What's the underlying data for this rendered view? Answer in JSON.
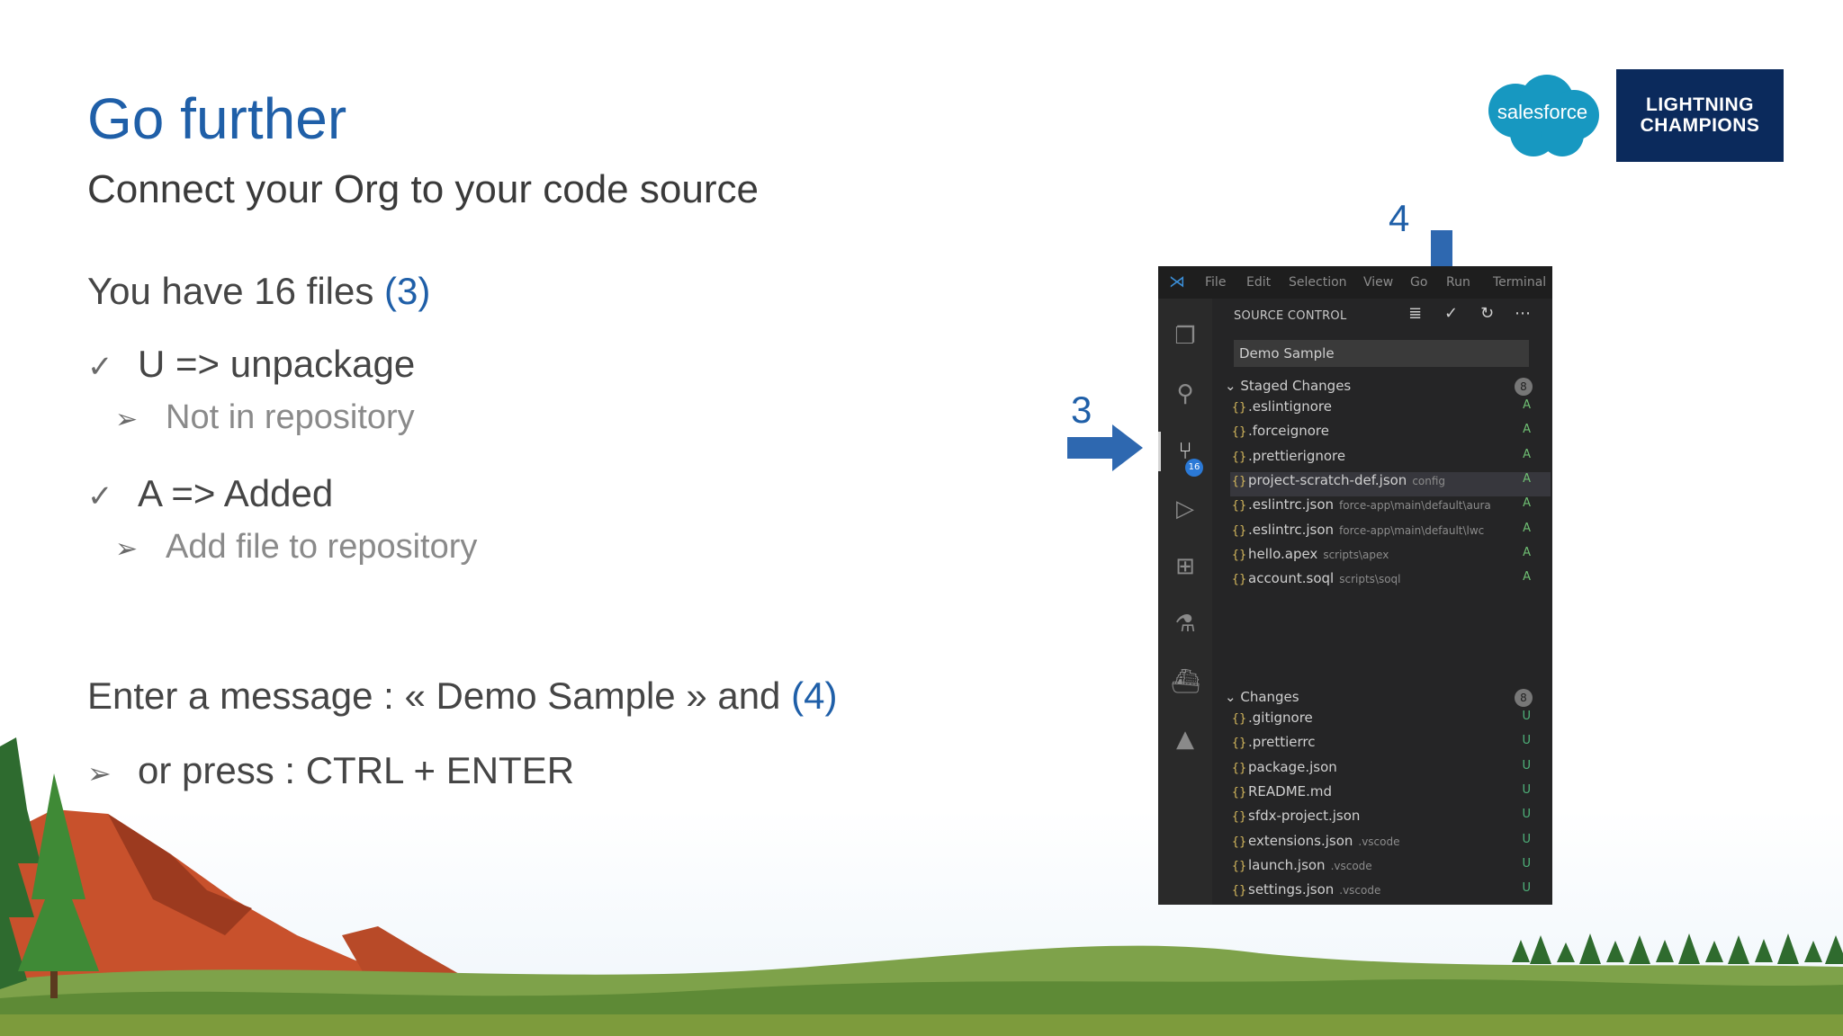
{
  "slide": {
    "title": "Go further",
    "subtitle": "Connect your Org to your code source",
    "files_text": "You have 16 files ",
    "files_ref": "(3)",
    "items": [
      {
        "mark": "✓",
        "text": "U => unpackage",
        "sub_mark": "➢",
        "sub_text": "Not in repository"
      },
      {
        "mark": "✓",
        "text": "A => Added",
        "sub_mark": "➢",
        "sub_text": "Add file to repository"
      }
    ],
    "enter_text": "Enter a message : « Demo Sample » and ",
    "enter_ref": "(4)",
    "press_mark": "➢",
    "press_text": "or press : CTRL + ENTER"
  },
  "logos": {
    "salesforce": "salesforce",
    "lc_line1": "LIGHTNING",
    "lc_line2": "CHAMPIONS"
  },
  "callouts": {
    "three": "3",
    "four": "4"
  },
  "colors": {
    "accent": "#1f5fa8",
    "logo_blue": "#1798c1",
    "lc_navy": "#0b2a5c"
  },
  "vscode": {
    "menu": [
      "File",
      "Edit",
      "Selection",
      "View",
      "Go",
      "Run",
      "Terminal"
    ],
    "activity_badge": "16",
    "panel_title": "SOURCE CONTROL",
    "message": "Demo Sample",
    "staged": {
      "label": "Staged Changes",
      "count": "8",
      "files": [
        {
          "name": ".eslintignore",
          "path": "",
          "status": "A"
        },
        {
          "name": ".forceignore",
          "path": "",
          "status": "A"
        },
        {
          "name": ".prettierignore",
          "path": "",
          "status": "A"
        },
        {
          "name": "project-scratch-def.json",
          "path": "config",
          "status": "A"
        },
        {
          "name": ".eslintrc.json",
          "path": "force-app\\main\\default\\aura",
          "status": "A"
        },
        {
          "name": ".eslintrc.json",
          "path": "force-app\\main\\default\\lwc",
          "status": "A"
        },
        {
          "name": "hello.apex",
          "path": "scripts\\apex",
          "status": "A"
        },
        {
          "name": "account.soql",
          "path": "scripts\\soql",
          "status": "A"
        }
      ]
    },
    "changes": {
      "label": "Changes",
      "count": "8",
      "files": [
        {
          "name": ".gitignore",
          "path": "",
          "status": "U"
        },
        {
          "name": ".prettierrc",
          "path": "",
          "status": "U"
        },
        {
          "name": "package.json",
          "path": "",
          "status": "U"
        },
        {
          "name": "README.md",
          "path": "",
          "status": "U"
        },
        {
          "name": "sfdx-project.json",
          "path": "",
          "status": "U"
        },
        {
          "name": "extensions.json",
          "path": ".vscode",
          "status": "U"
        },
        {
          "name": "launch.json",
          "path": ".vscode",
          "status": "U"
        },
        {
          "name": "settings.json",
          "path": ".vscode",
          "status": "U"
        }
      ]
    }
  }
}
